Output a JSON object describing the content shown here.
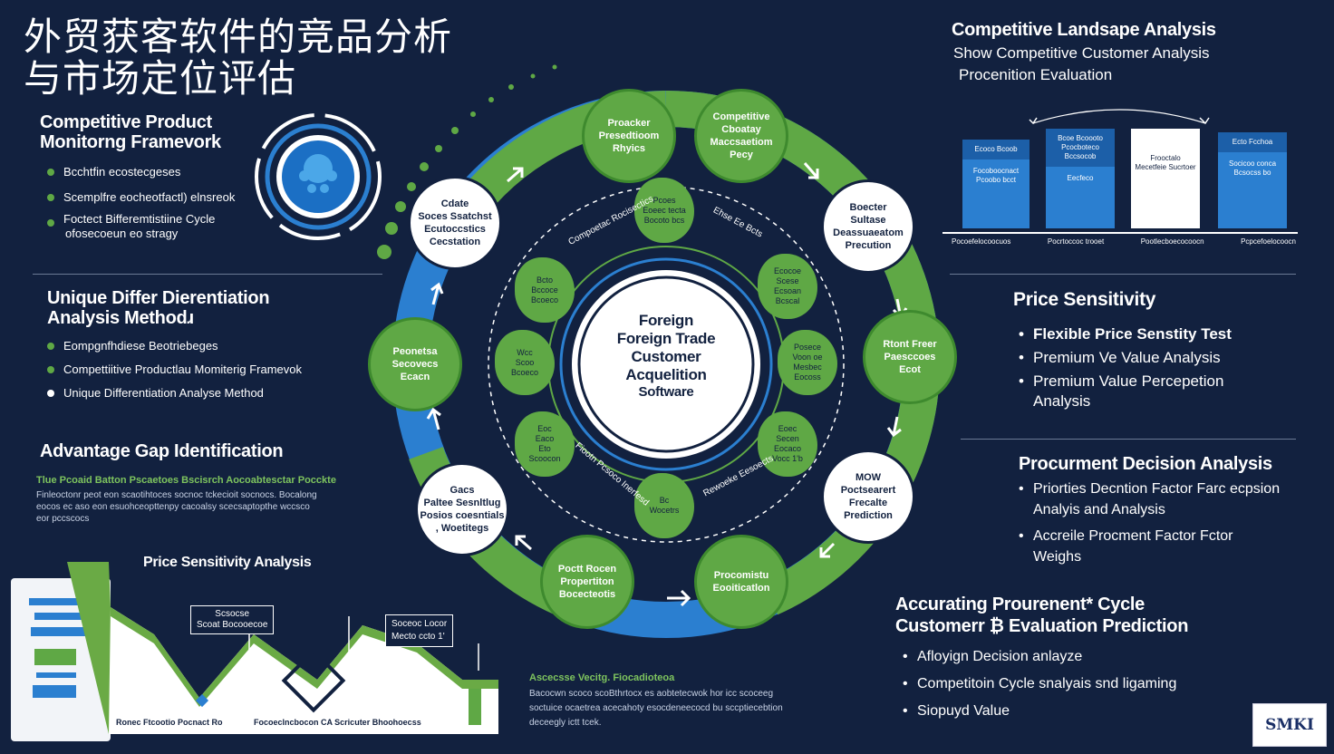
{
  "title_cn": [
    "外贸获客软件的竞品分析",
    "与市场定位评估"
  ],
  "left": {
    "framework": {
      "title": [
        "Competitive Product",
        "Monitorng Framevork"
      ],
      "items": [
        "Bcchtfin ecostecgeses",
        "Scemplfre eocheotfactl) elnsreok",
        "Foctect Bifferemtistiine Cycle",
        "ofosecoeun eo stragy"
      ]
    },
    "differ": {
      "title": [
        "Unique Differ Dierentiation",
        "Analysis Methodɹ"
      ],
      "items": [
        "Eompgnfhdiese Beotriebeges",
        "Compettiitive Productlau Momiterig Framevok",
        "Unique Differentiation Analyse Method"
      ]
    },
    "gap": {
      "title": "Advantage Gap Identification",
      "subtitle": "Tlue Pcoaid Batton Pscaetoes Bscisrch Aocoabtesctar Pocckte",
      "text": [
        "Finleoctonr peot eon scaotihtoces socnoc tckecioit socnocs. Bocalong",
        "eocos ec aso eon esuohceopttenpy cacoalsy scecsaptopthe wccsco",
        "eor pccscocs"
      ]
    },
    "chart_title": "Price Sensitivity Analysis",
    "chart_labels": [
      "Scsocse",
      "Scoat Bocooecoe",
      "Soceoc Locor",
      "Mecto ccto 1'",
      "Ronec Ftcootio Pocnact Ro",
      "Focoeclncbocon CA Scricuter Bhoohoecss"
    ],
    "chart_note_title": "Ascecsse Vecitg. Fiocadioteoa",
    "chart_note": [
      "Bacocwn scoco scoBthrtocx es aobtetecwok hor icc scoceeg",
      "soctuice ocaetrea acecahoty esocdeneecocd bu sccptiecebtion",
      "deceegly ictt tcek."
    ]
  },
  "top_right": {
    "title": "Competitive Landsape Analysis",
    "sub1": "Show Competitive Customer Analysis",
    "sub2": "Procenition Evaluation",
    "boxes": [
      {
        "label": "Ecoco Bcoob",
        "text": "Focoboocnact Pcoobo bcct",
        "style": "blue"
      },
      {
        "label": "Bcoe Bcoooto Pcocboteco Bccsocob",
        "text": "Eecfeco",
        "style": "blue"
      },
      {
        "label": "Frooctalo Mecetfeie Sucrtoer",
        "text": "",
        "style": "white"
      },
      {
        "label": "Ecto Fcchoa",
        "text": "Socicoo conca Bcsocss bo",
        "style": "blue"
      }
    ],
    "axis": [
      "Pocoefelocoocuos",
      "Pocrtoccoc trooet",
      "Pootlecboecocoocn",
      "Pcpcefoelocoocn"
    ]
  },
  "price": {
    "title": "Price Sensitivity",
    "items": [
      "Flexible Price Senstity Test",
      "Premium Ve Value Analysis",
      "Premium Value Percepetion Analysis"
    ]
  },
  "procurement": {
    "title": "Procurment Decision Analysis",
    "items": [
      "Priorties Decntion Factor Farc ecpsion Analyis and Analysis",
      "Accreile Procment Factor Fctor Weighs"
    ]
  },
  "cycle": {
    "title": [
      "Accurating Prourenent* Cycle",
      "Customerr ₿ Evaluation Prediction"
    ],
    "items": [
      "Afloyign Decision anlayze",
      "Competitoin Cycle snalyais snd ligaming",
      "Siopuyd Value"
    ]
  },
  "logo": "SMKI",
  "center": [
    "Foreign",
    "Foreign Trade",
    "Customer",
    "Acquelition",
    "Software"
  ],
  "outer_nodes": [
    {
      "lines": [
        "Proacker",
        "Presedtioom",
        "Rhyics"
      ],
      "style": "green"
    },
    {
      "lines": [
        "Competitive",
        "Cboatay",
        "Maccsaetiom",
        "Pecy"
      ],
      "style": "green"
    },
    {
      "lines": [
        "Boecter",
        "Sultase",
        "Deassuaeatom",
        "Precution"
      ],
      "style": "white"
    },
    {
      "lines": [
        "Rtont Freer",
        "Paesccoes",
        "Ecot"
      ],
      "style": "green"
    },
    {
      "lines": [
        "MOW",
        "Poctsearert",
        "Frecalte",
        "Prediction"
      ],
      "style": "white"
    },
    {
      "lines": [
        "Procomistu",
        "Eooiticatlon"
      ],
      "style": "green"
    },
    {
      "lines": [
        "Poctt Rocen",
        "Propertiton",
        "Bocecteotis"
      ],
      "style": "green"
    },
    {
      "lines": [
        "Gacs",
        "Paltee Sesnltlug",
        "Posios coesntials",
        ", Woetitegs"
      ],
      "style": "white"
    },
    {
      "lines": [
        "Peonetsa",
        "Secovecs",
        "Ecacn"
      ],
      "style": "green"
    },
    {
      "lines": [
        "Cdate",
        "Soces Ssatchst",
        "Ecutoccstics",
        "Cecstation"
      ],
      "style": "white"
    }
  ],
  "inner_blobs": [
    [
      "Pcoes",
      "Eoeec tecta",
      "Bocoto bcs"
    ],
    [
      "Ecocoe",
      "Scese",
      "Ecsoan",
      "Bcscal"
    ],
    [
      "Posece",
      "Voon oe",
      "Mesbec",
      "Eocoss"
    ],
    [
      "Eoec",
      "Secen",
      "Eocaco",
      "Vocc 1'b"
    ],
    [
      "Bc",
      "Wocetrs"
    ],
    [
      "Eoc",
      "Eaco",
      "Eto",
      "Scoocon"
    ],
    [
      "Wcc",
      "Scoo",
      "Bcoeco"
    ],
    [
      "Bcto",
      "Bccoce",
      "Bcoeco"
    ]
  ],
  "arc_labels": [
    "Compoetac Rocisectics",
    "Ehse Ee Bcts",
    "Rewoeke Eesoects",
    "Fiootn Pcsoco Inerfesd"
  ]
}
